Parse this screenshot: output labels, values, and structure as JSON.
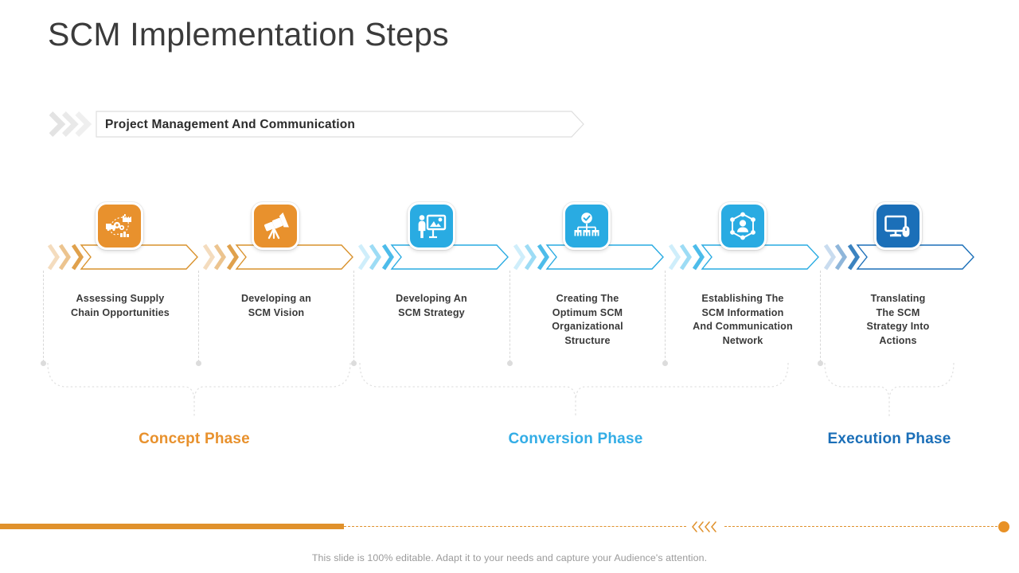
{
  "slide": {
    "title": "SCM Implementation Steps",
    "banner_label": "Project Management And Communication",
    "footer_note": "This slide is 100% editable. Adapt it to your needs and capture your Audience's attention."
  },
  "colors": {
    "orange": "#E8912D",
    "orange_dark": "#D9822B",
    "light_blue": "#29ABE2",
    "blue": "#1B6FB8",
    "title_gray": "#3B3B3B",
    "label_gray": "#3A3A3A",
    "footer_gray": "#9A9A9A",
    "dash_gray": "#D7D7D7"
  },
  "steps": [
    {
      "id": "step-1",
      "label": "Assessing Supply\nChain Opportunities",
      "label_line1": "Assessing Supply",
      "label_line2": "Chain Opportunities",
      "icon": "supply-chain-network-icon",
      "color": "#E8912D",
      "phase": "concept"
    },
    {
      "id": "step-2",
      "label": "Developing an\nSCM Vision",
      "label_line1": "Developing an",
      "label_line2": "SCM Vision",
      "icon": "telescope-icon",
      "color": "#E8912D",
      "phase": "concept"
    },
    {
      "id": "step-3",
      "label": "Developing An\nSCM Strategy",
      "label_line1": "Developing An",
      "label_line2": "SCM Strategy",
      "icon": "presentation-board-icon",
      "color": "#29ABE2",
      "phase": "conversion"
    },
    {
      "id": "step-4",
      "label": "Creating The\nOptimum SCM\nOrganizational\nStructure",
      "label_line1": "Creating The",
      "label_line2": "Optimum SCM",
      "label_line3": "Organizational",
      "label_line4": "Structure",
      "icon": "org-chart-check-icon",
      "color": "#29ABE2",
      "phase": "conversion"
    },
    {
      "id": "step-5",
      "label": "Establishing The\nSCM Information\nAnd Communication\nNetwork",
      "label_line1": "Establishing The",
      "label_line2": "SCM Information",
      "label_line3": "And Communication",
      "label_line4": "Network",
      "icon": "people-network-icon",
      "color": "#29ABE2",
      "phase": "conversion"
    },
    {
      "id": "step-6",
      "label": "Translating\nThe SCM\nStrategy Into\nActions",
      "label_line1": "Translating",
      "label_line2": "The SCM",
      "label_line3": "Strategy Into",
      "label_line4": "Actions",
      "icon": "monitor-mouse-icon",
      "color": "#1B6FB8",
      "phase": "execution"
    }
  ],
  "phases": [
    {
      "id": "phase-concept",
      "label": "Concept Phase",
      "color": "#E8912D"
    },
    {
      "id": "phase-conversion",
      "label": "Conversion Phase",
      "color": "#29ABE2"
    },
    {
      "id": "phase-execution",
      "label": "Execution Phase",
      "color": "#1B6FB8"
    }
  ]
}
